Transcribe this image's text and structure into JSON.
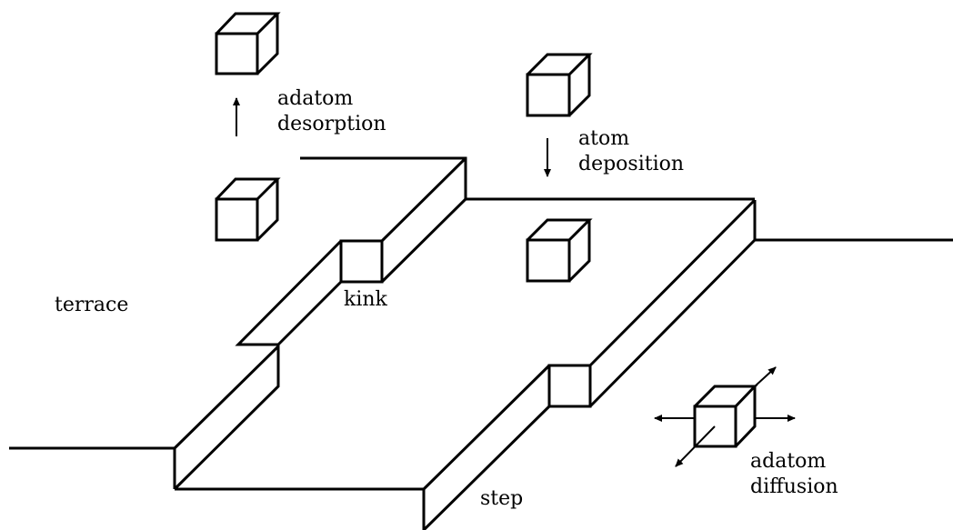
{
  "labels": {
    "adatom_desorption": [
      "adatom",
      "desorption"
    ],
    "atom_deposition": [
      "atom",
      "deposition"
    ],
    "terrace": "terrace",
    "kink": "kink",
    "step": "step",
    "adatom_diffusion": [
      "adatom",
      "diffusion"
    ]
  }
}
